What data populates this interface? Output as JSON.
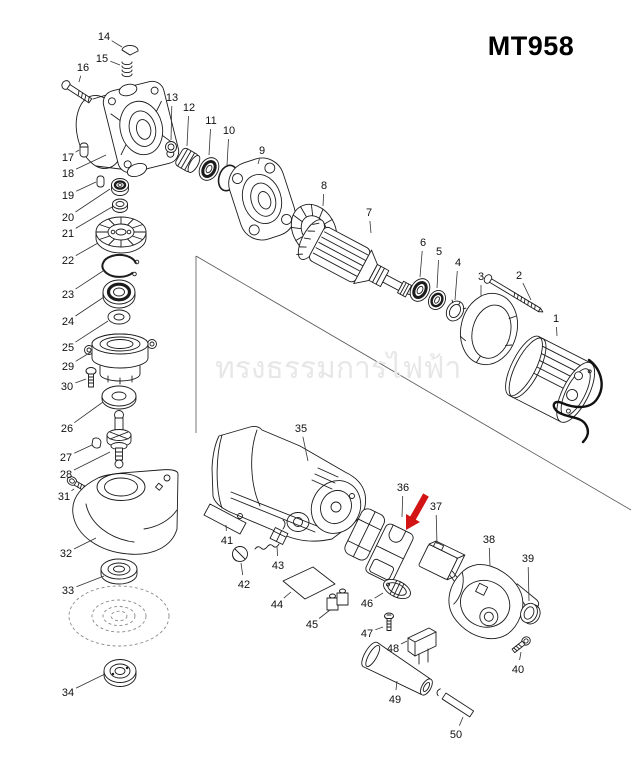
{
  "title": "MT958",
  "watermark": "ทรงธรรมการไฟฟ้า",
  "diagram": {
    "type": "exploded-parts-diagram",
    "highlight_arrow": {
      "color": "#d31414",
      "points_to_part": "36"
    },
    "parts": [
      {
        "num": "1",
        "label": [
          556,
          318
        ],
        "leader_to": [
          557,
          336
        ]
      },
      {
        "num": "2",
        "label": [
          519,
          275
        ],
        "leader_to": [
          531,
          300
        ]
      },
      {
        "num": "3",
        "label": [
          481,
          276
        ],
        "leader_to": [
          481,
          296
        ]
      },
      {
        "num": "4",
        "label": [
          458,
          262
        ],
        "leader_to": [
          455,
          300
        ]
      },
      {
        "num": "5",
        "label": [
          439,
          251
        ],
        "leader_to": [
          437,
          288
        ]
      },
      {
        "num": "6",
        "label": [
          423,
          242
        ],
        "leader_to": [
          420,
          277
        ]
      },
      {
        "num": "7",
        "label": [
          369,
          212
        ],
        "leader_to": [
          371,
          233
        ]
      },
      {
        "num": "8",
        "label": [
          324,
          185
        ],
        "leader_to": [
          323,
          206
        ]
      },
      {
        "num": "9",
        "label": [
          262,
          150
        ],
        "leader_to": [
          258,
          164
        ]
      },
      {
        "num": "10",
        "label": [
          229,
          130
        ],
        "leader_to": [
          227,
          165
        ]
      },
      {
        "num": "11",
        "label": [
          211,
          120
        ],
        "leader_to": [
          209,
          155
        ]
      },
      {
        "num": "12",
        "label": [
          189,
          107
        ],
        "leader_to": [
          187,
          146
        ]
      },
      {
        "num": "13",
        "label": [
          172,
          97
        ],
        "leader_to": [
          171,
          140
        ]
      },
      {
        "num": "14",
        "label": [
          104,
          36
        ],
        "leader_to": [
          122,
          47
        ]
      },
      {
        "num": "15",
        "label": [
          102,
          58
        ],
        "leader_to": [
          120,
          65
        ]
      },
      {
        "num": "16",
        "label": [
          83,
          67
        ],
        "leader_to": [
          79,
          82
        ]
      },
      {
        "num": "17",
        "label": [
          68,
          157
        ],
        "leader_to": [
          79,
          150
        ]
      },
      {
        "num": "18",
        "label": [
          68,
          173
        ],
        "leader_to": [
          106,
          155
        ]
      },
      {
        "num": "19",
        "label": [
          68,
          195
        ],
        "leader_to": [
          96,
          182
        ]
      },
      {
        "num": "20",
        "label": [
          68,
          217
        ],
        "leader_to": [
          110,
          189
        ]
      },
      {
        "num": "21",
        "label": [
          68,
          233
        ],
        "leader_to": [
          112,
          207
        ]
      },
      {
        "num": "22",
        "label": [
          68,
          260
        ],
        "leader_to": [
          98,
          243
        ]
      },
      {
        "num": "23",
        "label": [
          68,
          294
        ],
        "leader_to": [
          103,
          271
        ]
      },
      {
        "num": "24",
        "label": [
          68,
          321
        ],
        "leader_to": [
          104,
          297
        ]
      },
      {
        "num": "25",
        "label": [
          68,
          347
        ],
        "leader_to": [
          108,
          321
        ]
      },
      {
        "num": "26",
        "label": [
          67,
          428
        ],
        "leader_to": [
          103,
          402
        ]
      },
      {
        "num": "27",
        "label": [
          66,
          457
        ],
        "leader_to": [
          92,
          445
        ]
      },
      {
        "num": "28",
        "label": [
          66,
          474
        ],
        "leader_to": [
          110,
          452
        ]
      },
      {
        "num": "29",
        "label": [
          68,
          366
        ],
        "leader_to": [
          91,
          352
        ]
      },
      {
        "num": "30",
        "label": [
          67,
          386
        ],
        "leader_to": [
          86,
          379
        ]
      },
      {
        "num": "31",
        "label": [
          64,
          496
        ],
        "leader_to": [
          74,
          489
        ]
      },
      {
        "num": "32",
        "label": [
          66,
          553
        ],
        "leader_to": [
          96,
          538
        ]
      },
      {
        "num": "33",
        "label": [
          68,
          590
        ],
        "leader_to": [
          104,
          576
        ]
      },
      {
        "num": "34",
        "label": [
          68,
          692
        ],
        "leader_to": [
          105,
          674
        ]
      },
      {
        "num": "35",
        "label": [
          301,
          428
        ],
        "leader_to": [
          308,
          461
        ]
      },
      {
        "num": "36",
        "label": [
          403,
          487
        ],
        "leader_to": [
          402,
          517
        ]
      },
      {
        "num": "37",
        "label": [
          436,
          506
        ],
        "leader_to": [
          437,
          544
        ]
      },
      {
        "num": "38",
        "label": [
          489,
          539
        ],
        "leader_to": [
          490,
          566
        ]
      },
      {
        "num": "39",
        "label": [
          528,
          558
        ],
        "leader_to": [
          529,
          601
        ]
      },
      {
        "num": "40",
        "label": [
          518,
          669
        ],
        "leader_to": [
          521,
          652
        ]
      },
      {
        "num": "41",
        "label": [
          227,
          540
        ],
        "leader_to": [
          226,
          525
        ]
      },
      {
        "num": "42",
        "label": [
          244,
          584
        ],
        "leader_to": [
          241,
          563
        ]
      },
      {
        "num": "43",
        "label": [
          278,
          565
        ],
        "leader_to": [
          277,
          546
        ]
      },
      {
        "num": "44",
        "label": [
          277,
          604
        ],
        "leader_to": [
          291,
          592
        ]
      },
      {
        "num": "45",
        "label": [
          312,
          624
        ],
        "leader_to": [
          330,
          610
        ]
      },
      {
        "num": "46",
        "label": [
          367,
          603
        ],
        "leader_to": [
          383,
          593
        ]
      },
      {
        "num": "47",
        "label": [
          367,
          633
        ],
        "leader_to": [
          383,
          627
        ]
      },
      {
        "num": "48",
        "label": [
          393,
          648
        ],
        "leader_to": [
          407,
          641
        ]
      },
      {
        "num": "49",
        "label": [
          395,
          699
        ],
        "leader_to": [
          397,
          681
        ]
      },
      {
        "num": "50",
        "label": [
          456,
          734
        ],
        "leader_to": [
          463,
          717
        ]
      }
    ]
  }
}
